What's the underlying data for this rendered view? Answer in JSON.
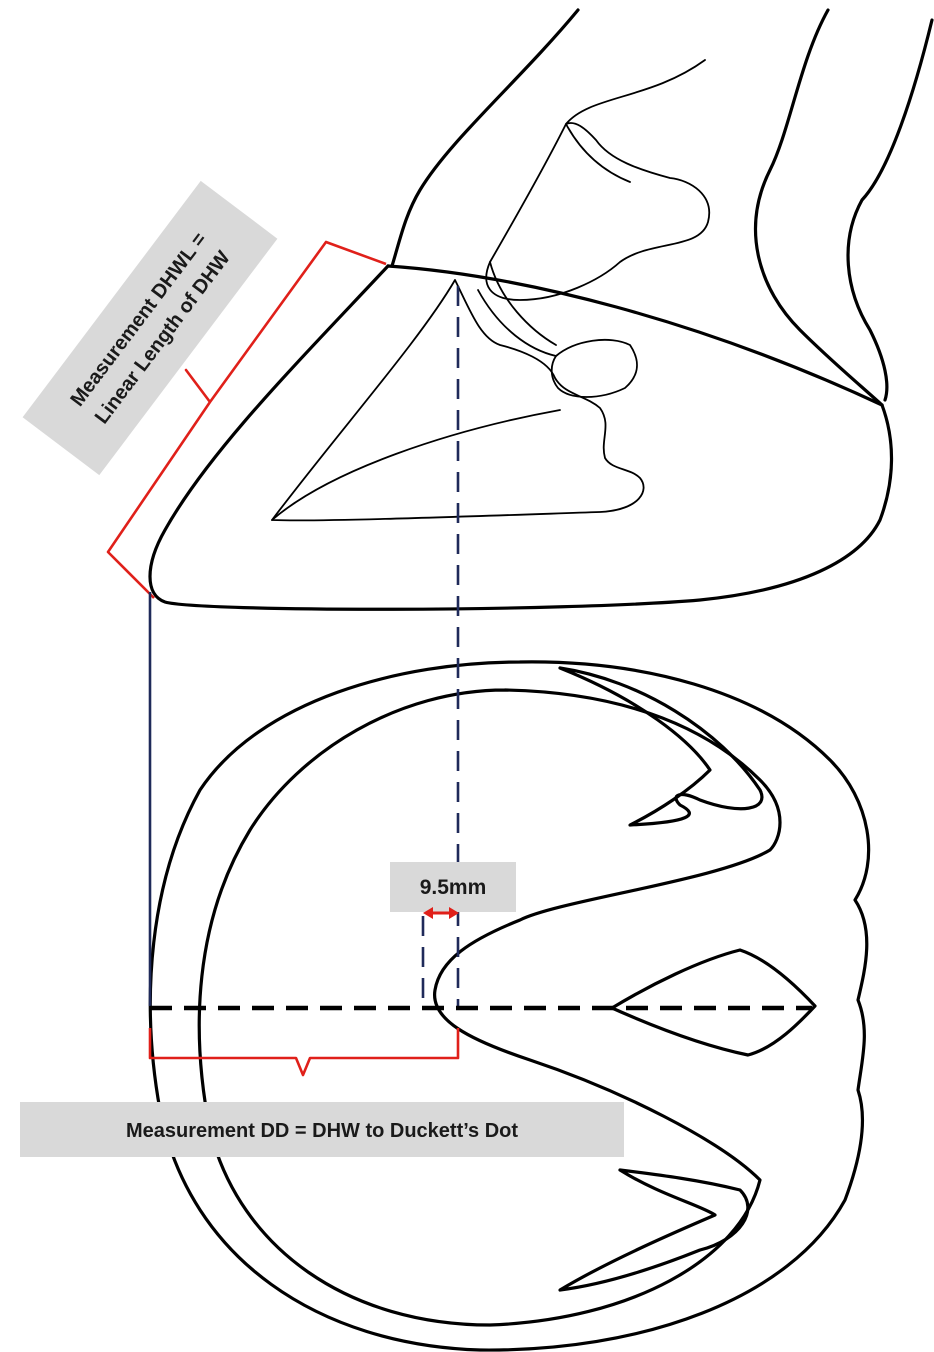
{
  "labels": {
    "dhwl_line1": "Measurement DHWL =",
    "dhwl_line2": "Linear Length of DHW",
    "offset": "9.5mm",
    "dd": "Measurement DD  = DHW to Duckett’s Dot"
  },
  "colors": {
    "outline": "#000000",
    "bracket": "#e0201a",
    "guide_line": "#1f2a5a",
    "label_box": "#d9d9d9"
  }
}
